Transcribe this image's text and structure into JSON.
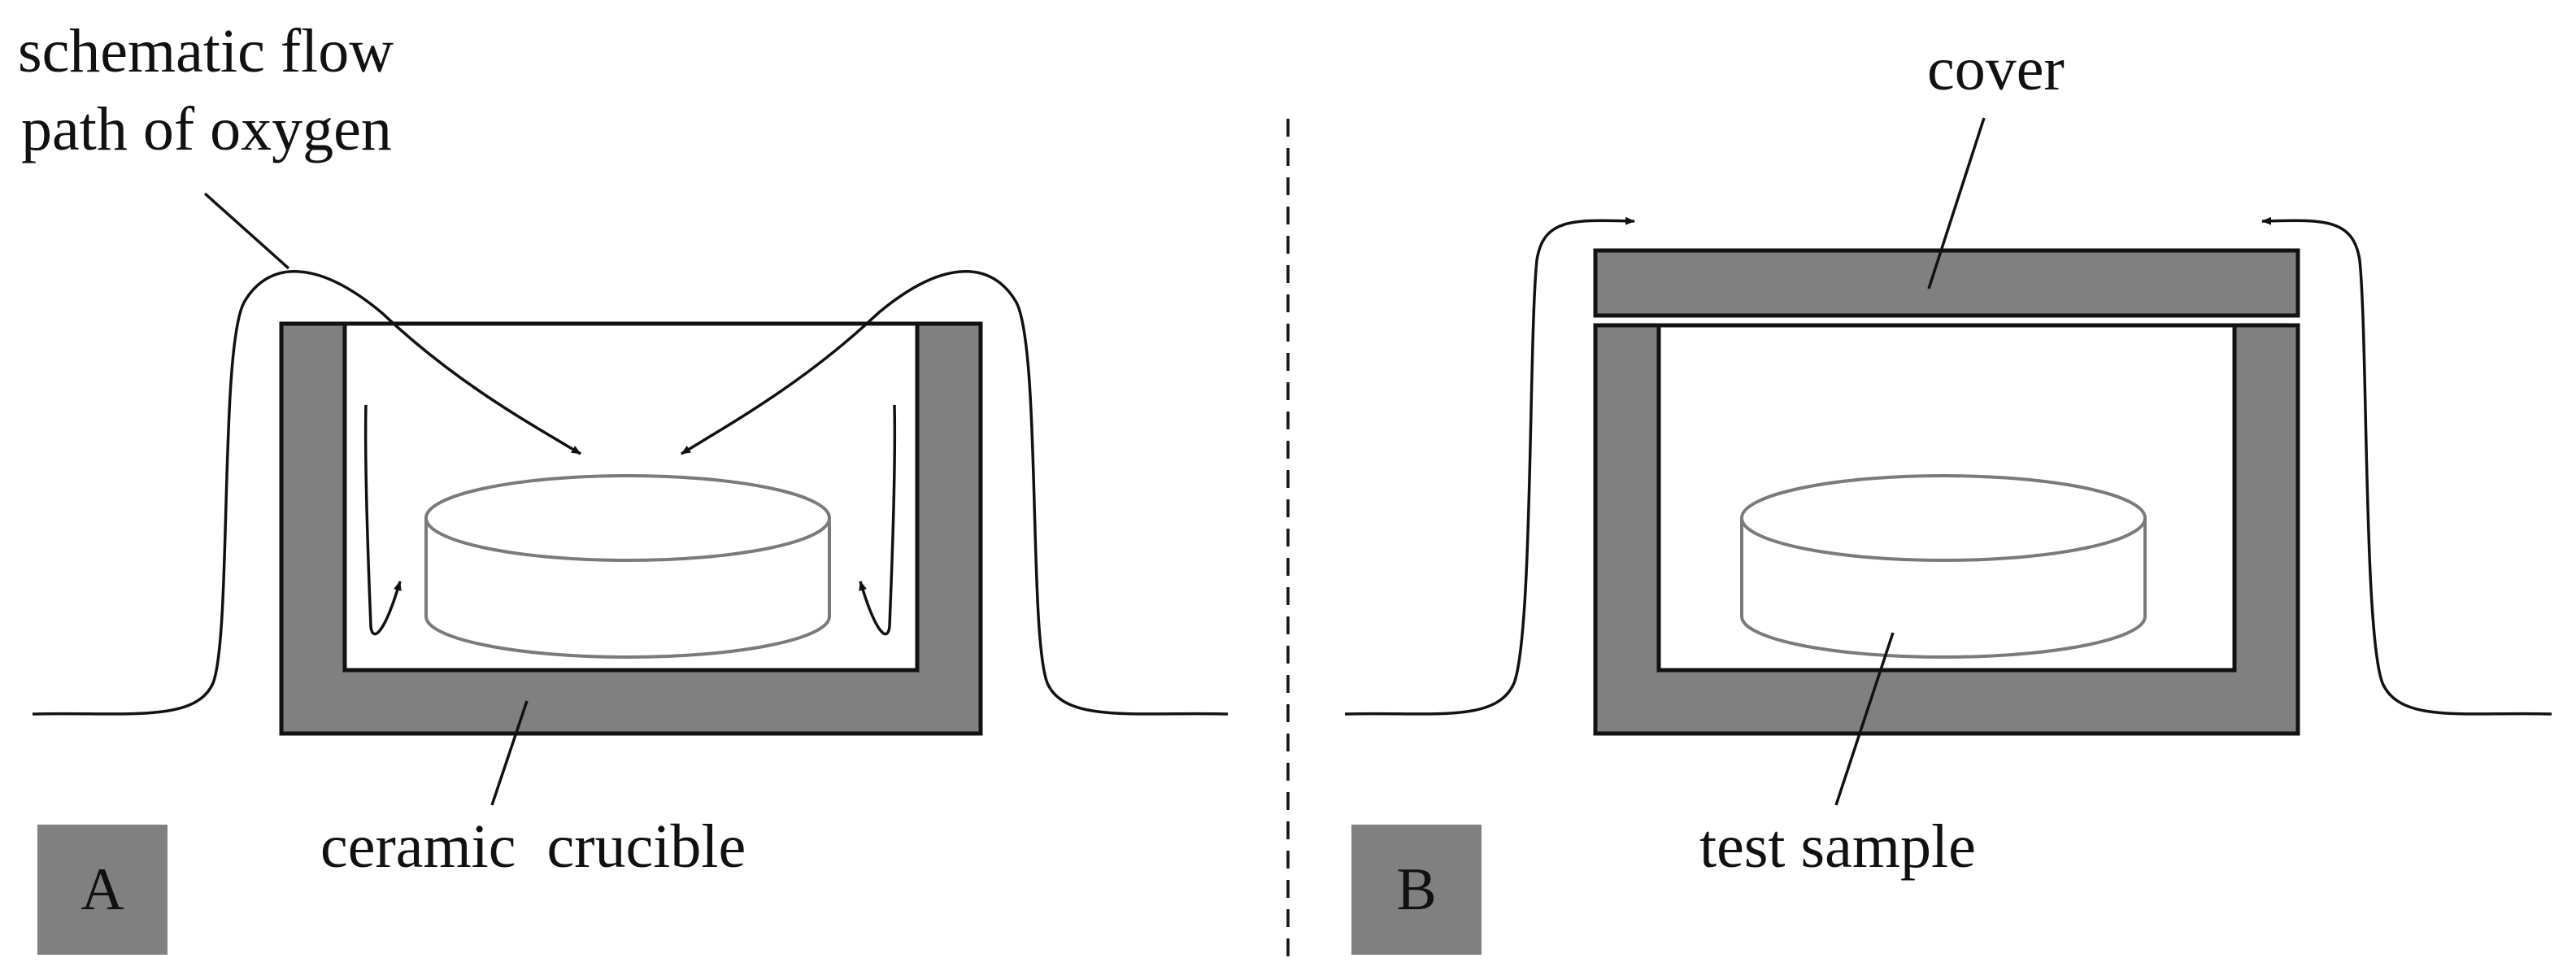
{
  "labels": {
    "flow_line1": "schematic flow",
    "flow_line2": "path of oxygen",
    "crucible": "ceramic  crucible",
    "cover": "cover",
    "sample": "test sample"
  },
  "panels": [
    {
      "id": "A",
      "label": "A"
    },
    {
      "id": "B",
      "label": "B"
    }
  ],
  "colors": {
    "wall_fill": "#808080",
    "stroke": "#111111",
    "sample_stroke": "#7a7a7a",
    "panel_badge_fill": "#808080"
  }
}
